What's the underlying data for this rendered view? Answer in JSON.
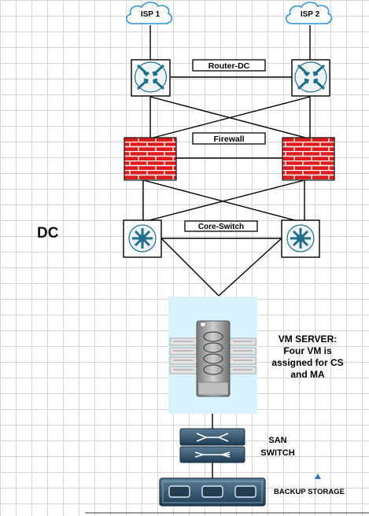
{
  "isp_nodes": [
    {
      "label": "ISP 1",
      "icon": "cloud-icon"
    },
    {
      "label": "ISP 2",
      "icon": "cloud-icon"
    }
  ],
  "layers": {
    "router": {
      "label": "Router-DC",
      "icon": "router-icon",
      "color": "#1f6f8b"
    },
    "firewall": {
      "label": "Firewall",
      "icon": "brick-firewall-icon",
      "color": "#dd1d1d"
    },
    "core_switch": {
      "label": "Core-Switch",
      "icon": "layer3-switch-icon",
      "color": "#1f6f8b"
    }
  },
  "dc_label": "DC",
  "vm_server": {
    "label": "VM SERVER:\nFour VM is\nassigned for CS\nand MA",
    "icon": "server-rack-icon",
    "bg_color": "#d8f3fb"
  },
  "san_switch": {
    "label": "SAN\nSWITCH",
    "icon": "san-switch-icon"
  },
  "backup_storage": {
    "label": "BACKUP STORAGE",
    "icon": "storage-array-icon"
  }
}
